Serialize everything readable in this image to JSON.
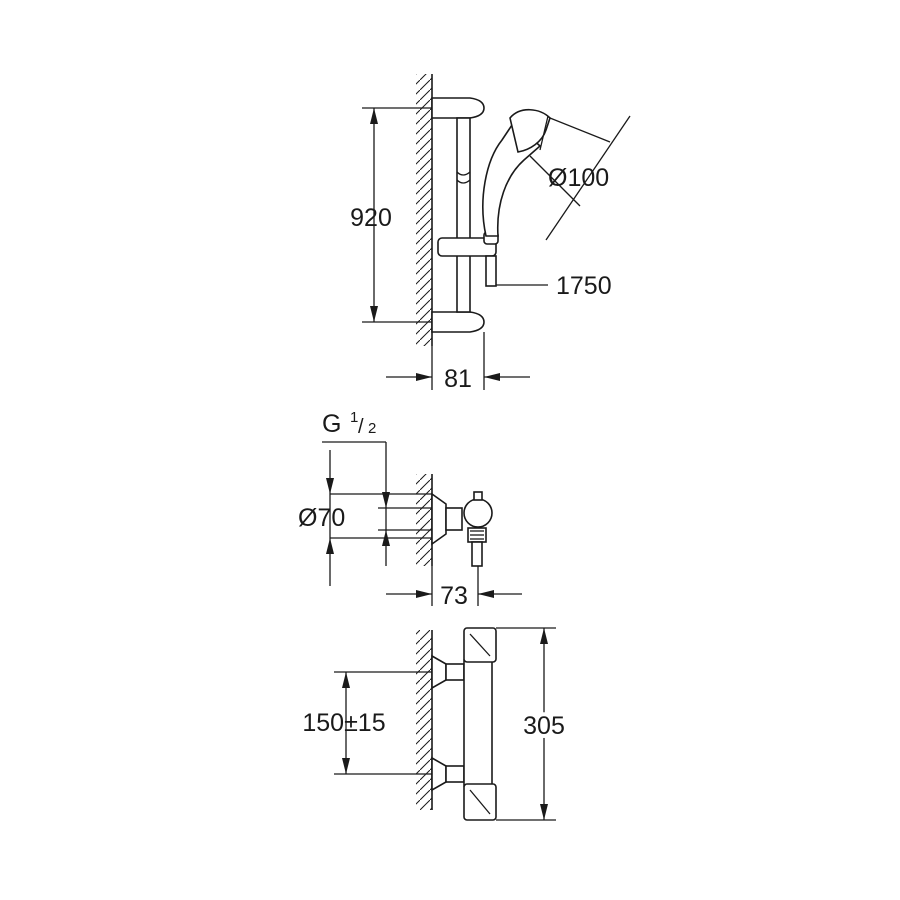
{
  "dimensions": {
    "rail_height": "920",
    "handshower_diameter": "Ø100",
    "hose_length": "1750",
    "rail_projection": "81",
    "thread_main": "G",
    "thread_num": "1",
    "thread_den": "2",
    "escutcheon_diameter": "Ø70",
    "mixer_projection": "73",
    "centres": "150±15",
    "mixer_length": "305"
  }
}
